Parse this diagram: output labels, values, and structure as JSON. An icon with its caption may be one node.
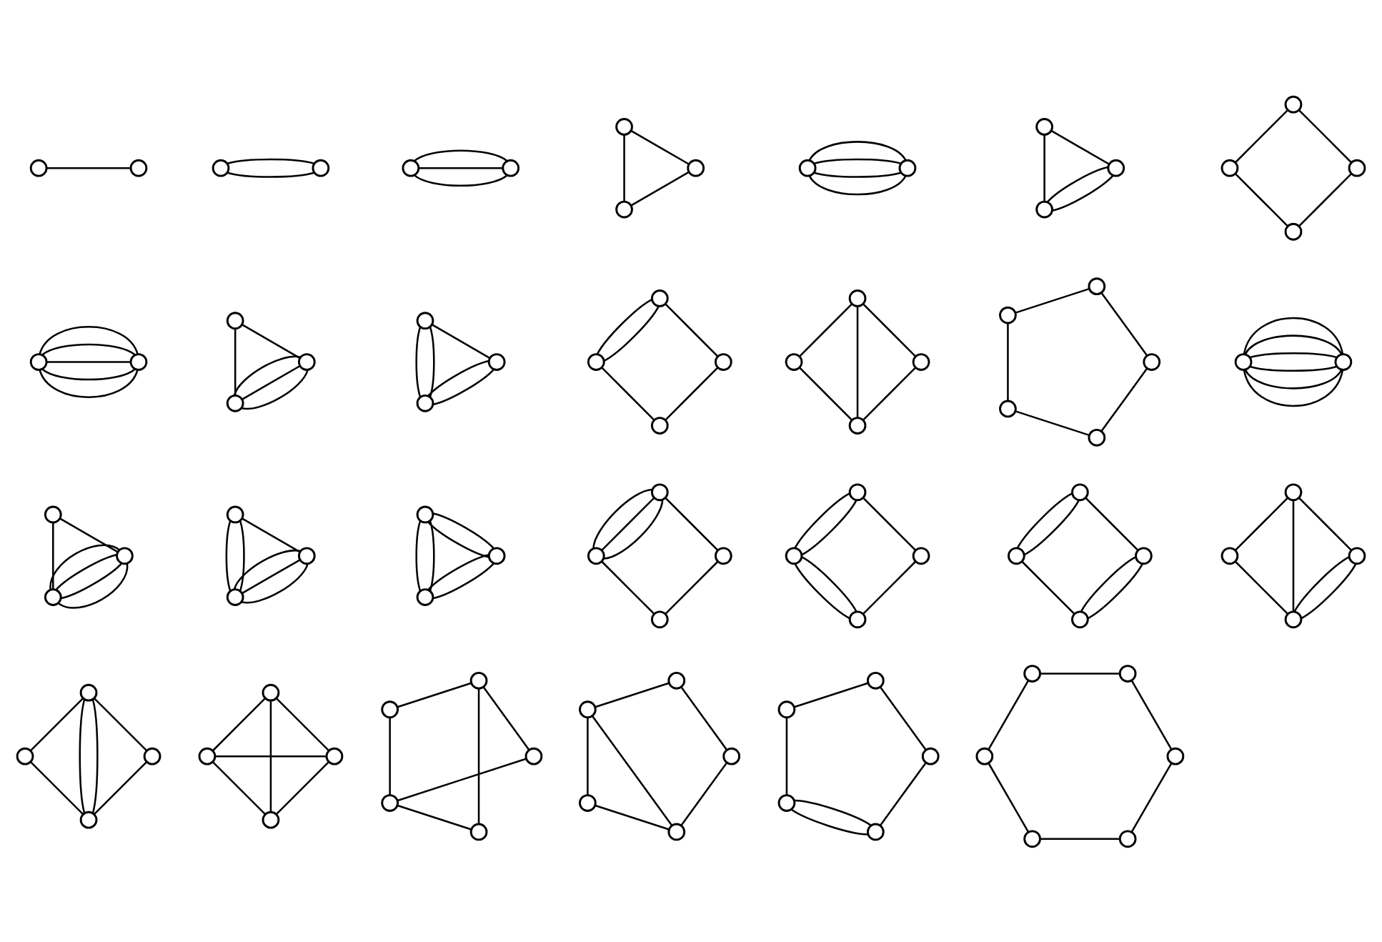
{
  "diagram": {
    "nodes": [
      {
        "text": [],
        "shape": "circle"
      },
      {
        "text": [],
        "shape": "circle"
      },
      {
        "text": [],
        "shape": "circle"
      },
      {
        "text": [],
        "shape": "circle"
      },
      {
        "text": [],
        "shape": "circle"
      },
      {
        "text": [],
        "shape": "circle"
      },
      {
        "text": [],
        "shape": "circle"
      },
      {
        "text": [],
        "shape": "circle"
      },
      {
        "text": [],
        "shape": "circle"
      },
      {
        "text": [],
        "shape": "circle"
      },
      {
        "text": [],
        "shape": "circle"
      },
      {
        "text": [],
        "shape": "circle"
      },
      {
        "text": [],
        "shape": "circle"
      },
      {
        "text": [],
        "shape": "circle"
      },
      {
        "text": [],
        "shape": "circle"
      },
      {
        "text": [],
        "shape": "circle"
      },
      {
        "text": [],
        "shape": "circle"
      },
      {
        "text": [],
        "shape": "circle"
      },
      {
        "text": [],
        "shape": "circle"
      },
      {
        "text": [],
        "shape": "circle"
      },
      {
        "text": [],
        "shape": "circle"
      },
      {
        "text": [],
        "shape": "circle"
      },
      {
        "text": [],
        "shape": "circle"
      },
      {
        "text": [],
        "shape": "circle"
      },
      {
        "text": [],
        "shape": "circle"
      },
      {
        "text": [],
        "shape": "circle"
      },
      {
        "text": [],
        "shape": "circle"
      },
      {
        "text": [],
        "shape": "circle"
      },
      {
        "text": [],
        "shape": "circle"
      },
      {
        "text": [],
        "shape": "circle"
      },
      {
        "text": [],
        "shape": "circle"
      },
      {
        "text": [],
        "shape": "circle"
      },
      {
        "text": [],
        "shape": "circle"
      },
      {
        "text": [],
        "shape": "circle"
      },
      {
        "text": [],
        "shape": "circle"
      },
      {
        "text": [],
        "shape": "circle"
      },
      {
        "text": [],
        "shape": "circle"
      },
      {
        "text": [],
        "shape": "circle"
      },
      {
        "text": [],
        "shape": "circle"
      },
      {
        "text": [],
        "shape": "circle"
      },
      {
        "text": [],
        "shape": "circle"
      },
      {
        "text": [],
        "shape": "circle"
      },
      {
        "text": [],
        "shape": "circle"
      },
      {
        "text": [],
        "shape": "circle"
      },
      {
        "text": [],
        "shape": "circle"
      },
      {
        "text": [],
        "shape": "circle"
      },
      {
        "text": [],
        "shape": "circle"
      },
      {
        "text": [],
        "shape": "circle"
      },
      {
        "text": [],
        "shape": "circle"
      },
      {
        "text": [],
        "shape": "circle"
      },
      {
        "text": [],
        "shape": "circle"
      },
      {
        "text": [],
        "shape": "circle"
      },
      {
        "text": [],
        "shape": "circle"
      },
      {
        "text": [],
        "shape": "circle"
      },
      {
        "text": [],
        "shape": "circle"
      },
      {
        "text": [],
        "shape": "circle"
      },
      {
        "text": [],
        "shape": "circle"
      },
      {
        "text": [],
        "shape": "circle"
      },
      {
        "text": [],
        "shape": "circle"
      },
      {
        "text": [],
        "shape": "circle"
      },
      {
        "text": [],
        "shape": "circle"
      },
      {
        "text": [],
        "shape": "circle"
      },
      {
        "text": [],
        "shape": "circle"
      },
      {
        "text": [],
        "shape": "circle"
      },
      {
        "text": [],
        "shape": "circle"
      },
      {
        "text": [],
        "shape": "circle"
      },
      {
        "text": [],
        "shape": "circle"
      },
      {
        "text": [],
        "shape": "circle"
      },
      {
        "text": [],
        "shape": "circle"
      },
      {
        "text": [],
        "shape": "circle"
      },
      {
        "text": [],
        "shape": "circle"
      },
      {
        "text": [],
        "shape": "circle"
      },
      {
        "text": [],
        "shape": "circle"
      },
      {
        "text": [],
        "shape": "circle"
      },
      {
        "text": [],
        "shape": "circle"
      },
      {
        "text": [],
        "shape": "circle"
      },
      {
        "text": [],
        "shape": "circle"
      },
      {
        "text": [],
        "shape": "circle"
      },
      {
        "text": [],
        "shape": "circle"
      },
      {
        "text": [],
        "shape": "circle"
      },
      {
        "text": [],
        "shape": "circle"
      },
      {
        "text": [],
        "shape": "circle"
      },
      {
        "text": [],
        "shape": "circle"
      },
      {
        "text": [],
        "shape": "circle"
      },
      {
        "text": [],
        "shape": "circle"
      },
      {
        "text": [],
        "shape": "circle"
      },
      {
        "text": [],
        "shape": "circle"
      },
      {
        "text": [],
        "shape": "circle"
      },
      {
        "text": [],
        "shape": "circle"
      },
      {
        "text": [],
        "shape": "circle"
      },
      {
        "text": [],
        "shape": "circle"
      },
      {
        "text": [],
        "shape": "circle"
      },
      {
        "text": [],
        "shape": "circle"
      },
      {
        "text": [],
        "shape": "circle"
      },
      {
        "text": [],
        "shape": "circle"
      }
    ],
    "edges": [
      {
        "from": 0,
        "to": 1,
        "arrow": "none"
      },
      {
        "from": 2,
        "to": 3,
        "arrow": "none"
      },
      {
        "from": 2,
        "to": 3,
        "arrow": "none"
      },
      {
        "from": 4,
        "to": 5,
        "arrow": "none"
      },
      {
        "from": 4,
        "to": 5,
        "arrow": "none"
      },
      {
        "from": 4,
        "to": 5,
        "arrow": "none"
      },
      {
        "from": 6,
        "to": 7,
        "arrow": "none"
      },
      {
        "from": 6,
        "to": 8,
        "arrow": "none"
      },
      {
        "from": 7,
        "to": 8,
        "arrow": "none"
      },
      {
        "from": 9,
        "to": 10,
        "arrow": "none"
      },
      {
        "from": 9,
        "to": 10,
        "arrow": "none"
      },
      {
        "from": 9,
        "to": 10,
        "arrow": "none"
      },
      {
        "from": 9,
        "to": 10,
        "arrow": "none"
      },
      {
        "from": 11,
        "to": 12,
        "arrow": "none"
      },
      {
        "from": 11,
        "to": 13,
        "arrow": "none"
      },
      {
        "from": 11,
        "to": 13,
        "arrow": "none"
      },
      {
        "from": 12,
        "to": 13,
        "arrow": "none"
      },
      {
        "from": 14,
        "to": 15,
        "arrow": "none"
      },
      {
        "from": 14,
        "to": 16,
        "arrow": "none"
      },
      {
        "from": 15,
        "to": 17,
        "arrow": "none"
      },
      {
        "from": 16,
        "to": 17,
        "arrow": "none"
      },
      {
        "from": 18,
        "to": 19,
        "arrow": "none"
      },
      {
        "from": 18,
        "to": 19,
        "arrow": "none"
      },
      {
        "from": 18,
        "to": 19,
        "arrow": "none"
      },
      {
        "from": 18,
        "to": 19,
        "arrow": "none"
      },
      {
        "from": 18,
        "to": 19,
        "arrow": "none"
      },
      {
        "from": 20,
        "to": 21,
        "arrow": "none"
      },
      {
        "from": 20,
        "to": 22,
        "arrow": "none"
      },
      {
        "from": 20,
        "to": 22,
        "arrow": "none"
      },
      {
        "from": 20,
        "to": 22,
        "arrow": "none"
      },
      {
        "from": 21,
        "to": 22,
        "arrow": "none"
      },
      {
        "from": 23,
        "to": 24,
        "arrow": "none"
      },
      {
        "from": 23,
        "to": 24,
        "arrow": "none"
      },
      {
        "from": 23,
        "to": 25,
        "arrow": "none"
      },
      {
        "from": 23,
        "to": 25,
        "arrow": "none"
      },
      {
        "from": 24,
        "to": 25,
        "arrow": "none"
      },
      {
        "from": 26,
        "to": 27,
        "arrow": "none"
      },
      {
        "from": 26,
        "to": 28,
        "arrow": "none"
      },
      {
        "from": 27,
        "to": 29,
        "arrow": "none"
      },
      {
        "from": 27,
        "to": 29,
        "arrow": "none"
      },
      {
        "from": 28,
        "to": 29,
        "arrow": "none"
      },
      {
        "from": 30,
        "to": 31,
        "arrow": "none"
      },
      {
        "from": 30,
        "to": 32,
        "arrow": "none"
      },
      {
        "from": 31,
        "to": 33,
        "arrow": "none"
      },
      {
        "from": 32,
        "to": 33,
        "arrow": "none"
      },
      {
        "from": 30,
        "to": 33,
        "arrow": "none"
      },
      {
        "from": 34,
        "to": 35,
        "arrow": "none"
      },
      {
        "from": 35,
        "to": 36,
        "arrow": "none"
      },
      {
        "from": 36,
        "to": 38,
        "arrow": "none"
      },
      {
        "from": 38,
        "to": 37,
        "arrow": "none"
      },
      {
        "from": 37,
        "to": 34,
        "arrow": "none"
      },
      {
        "from": 39,
        "to": 40,
        "arrow": "none"
      },
      {
        "from": 39,
        "to": 40,
        "arrow": "none"
      },
      {
        "from": 39,
        "to": 40,
        "arrow": "none"
      },
      {
        "from": 39,
        "to": 40,
        "arrow": "none"
      },
      {
        "from": 39,
        "to": 40,
        "arrow": "none"
      },
      {
        "from": 39,
        "to": 40,
        "arrow": "none"
      },
      {
        "from": 41,
        "to": 42,
        "arrow": "none"
      },
      {
        "from": 41,
        "to": 43,
        "arrow": "none"
      },
      {
        "from": 41,
        "to": 43,
        "arrow": "none"
      },
      {
        "from": 41,
        "to": 43,
        "arrow": "none"
      },
      {
        "from": 41,
        "to": 43,
        "arrow": "none"
      },
      {
        "from": 42,
        "to": 43,
        "arrow": "none"
      },
      {
        "from": 44,
        "to": 45,
        "arrow": "none"
      },
      {
        "from": 44,
        "to": 45,
        "arrow": "none"
      },
      {
        "from": 44,
        "to": 46,
        "arrow": "none"
      },
      {
        "from": 44,
        "to": 46,
        "arrow": "none"
      },
      {
        "from": 44,
        "to": 46,
        "arrow": "none"
      },
      {
        "from": 45,
        "to": 46,
        "arrow": "none"
      },
      {
        "from": 47,
        "to": 48,
        "arrow": "none"
      },
      {
        "from": 47,
        "to": 48,
        "arrow": "none"
      },
      {
        "from": 47,
        "to": 49,
        "arrow": "none"
      },
      {
        "from": 47,
        "to": 49,
        "arrow": "none"
      },
      {
        "from": 48,
        "to": 49,
        "arrow": "none"
      },
      {
        "from": 48,
        "to": 49,
        "arrow": "none"
      },
      {
        "from": 50,
        "to": 51,
        "arrow": "none"
      },
      {
        "from": 50,
        "to": 52,
        "arrow": "none"
      },
      {
        "from": 52,
        "to": 53,
        "arrow": "none"
      },
      {
        "from": 51,
        "to": 53,
        "arrow": "none"
      },
      {
        "from": 51,
        "to": 53,
        "arrow": "none"
      },
      {
        "from": 51,
        "to": 53,
        "arrow": "none"
      },
      {
        "from": 54,
        "to": 55,
        "arrow": "none"
      },
      {
        "from": 54,
        "to": 55,
        "arrow": "none"
      },
      {
        "from": 54,
        "to": 56,
        "arrow": "none"
      },
      {
        "from": 55,
        "to": 57,
        "arrow": "none"
      },
      {
        "from": 55,
        "to": 57,
        "arrow": "none"
      },
      {
        "from": 56,
        "to": 57,
        "arrow": "none"
      },
      {
        "from": 58,
        "to": 59,
        "arrow": "none"
      },
      {
        "from": 58,
        "to": 60,
        "arrow": "none"
      },
      {
        "from": 58,
        "to": 60,
        "arrow": "none"
      },
      {
        "from": 59,
        "to": 61,
        "arrow": "none"
      },
      {
        "from": 59,
        "to": 61,
        "arrow": "none"
      },
      {
        "from": 60,
        "to": 61,
        "arrow": "none"
      },
      {
        "from": 62,
        "to": 63,
        "arrow": "none"
      },
      {
        "from": 62,
        "to": 64,
        "arrow": "none"
      },
      {
        "from": 62,
        "to": 64,
        "arrow": "none"
      },
      {
        "from": 63,
        "to": 65,
        "arrow": "none"
      },
      {
        "from": 64,
        "to": 65,
        "arrow": "none"
      },
      {
        "from": 62,
        "to": 65,
        "arrow": "none"
      },
      {
        "from": 66,
        "to": 67,
        "arrow": "none"
      },
      {
        "from": 66,
        "to": 68,
        "arrow": "none"
      },
      {
        "from": 67,
        "to": 69,
        "arrow": "none"
      },
      {
        "from": 68,
        "to": 69,
        "arrow": "none"
      },
      {
        "from": 66,
        "to": 69,
        "arrow": "none"
      },
      {
        "from": 66,
        "to": 69,
        "arrow": "none"
      },
      {
        "from": 70,
        "to": 71,
        "arrow": "none"
      },
      {
        "from": 70,
        "to": 72,
        "arrow": "none"
      },
      {
        "from": 71,
        "to": 73,
        "arrow": "none"
      },
      {
        "from": 72,
        "to": 73,
        "arrow": "none"
      },
      {
        "from": 70,
        "to": 73,
        "arrow": "none"
      },
      {
        "from": 71,
        "to": 72,
        "arrow": "none"
      },
      {
        "from": 74,
        "to": 75,
        "arrow": "none"
      },
      {
        "from": 74,
        "to": 77,
        "arrow": "none"
      },
      {
        "from": 75,
        "to": 78,
        "arrow": "none"
      },
      {
        "from": 77,
        "to": 78,
        "arrow": "none"
      },
      {
        "from": 76,
        "to": 75,
        "arrow": "none"
      },
      {
        "from": 76,
        "to": 77,
        "arrow": "none"
      },
      {
        "from": 79,
        "to": 80,
        "arrow": "none"
      },
      {
        "from": 79,
        "to": 82,
        "arrow": "none"
      },
      {
        "from": 80,
        "to": 83,
        "arrow": "none"
      },
      {
        "from": 82,
        "to": 83,
        "arrow": "none"
      },
      {
        "from": 80,
        "to": 81,
        "arrow": "none"
      },
      {
        "from": 81,
        "to": 83,
        "arrow": "none"
      },
      {
        "from": 84,
        "to": 85,
        "arrow": "none"
      },
      {
        "from": 84,
        "to": 85,
        "arrow": "none"
      },
      {
        "from": 85,
        "to": 86,
        "arrow": "none"
      },
      {
        "from": 86,
        "to": 88,
        "arrow": "none"
      },
      {
        "from": 88,
        "to": 87,
        "arrow": "none"
      },
      {
        "from": 87,
        "to": 84,
        "arrow": "none"
      },
      {
        "from": 89,
        "to": 90,
        "arrow": "none"
      },
      {
        "from": 90,
        "to": 92,
        "arrow": "none"
      },
      {
        "from": 92,
        "to": 94,
        "arrow": "none"
      },
      {
        "from": 94,
        "to": 93,
        "arrow": "none"
      },
      {
        "from": 93,
        "to": 91,
        "arrow": "none"
      },
      {
        "from": 91,
        "to": 89,
        "arrow": "none"
      }
    ]
  }
}
